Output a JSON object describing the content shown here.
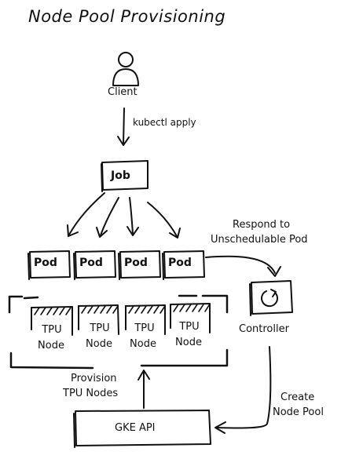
{
  "title": "Node Pool Provisioning",
  "client": {
    "label": "Client",
    "icon": "person-icon"
  },
  "edge_client_job": "kubectl apply",
  "job": {
    "label": "Job"
  },
  "pods": [
    {
      "label": "Pod"
    },
    {
      "label": "Pod"
    },
    {
      "label": "Pod"
    },
    {
      "label": "Pod"
    }
  ],
  "edge_pod_controller": {
    "line1": "Respond to",
    "line2": "Unschedulable Pod"
  },
  "controller": {
    "label": "Controller",
    "icon": "refresh-icon"
  },
  "tpu_nodes": [
    {
      "line1": "TPU",
      "line2": "Node"
    },
    {
      "line1": "TPU",
      "line2": "Node"
    },
    {
      "line1": "TPU",
      "line2": "Node"
    },
    {
      "line1": "TPU",
      "line2": "Node"
    }
  ],
  "edge_api_nodes": {
    "line1": "Provision",
    "line2": "TPU Nodes"
  },
  "edge_controller_api": {
    "line1": "Create",
    "line2": "Node Pool"
  },
  "gke_api": {
    "label": "GKE API"
  },
  "stroke_color": "#111111"
}
